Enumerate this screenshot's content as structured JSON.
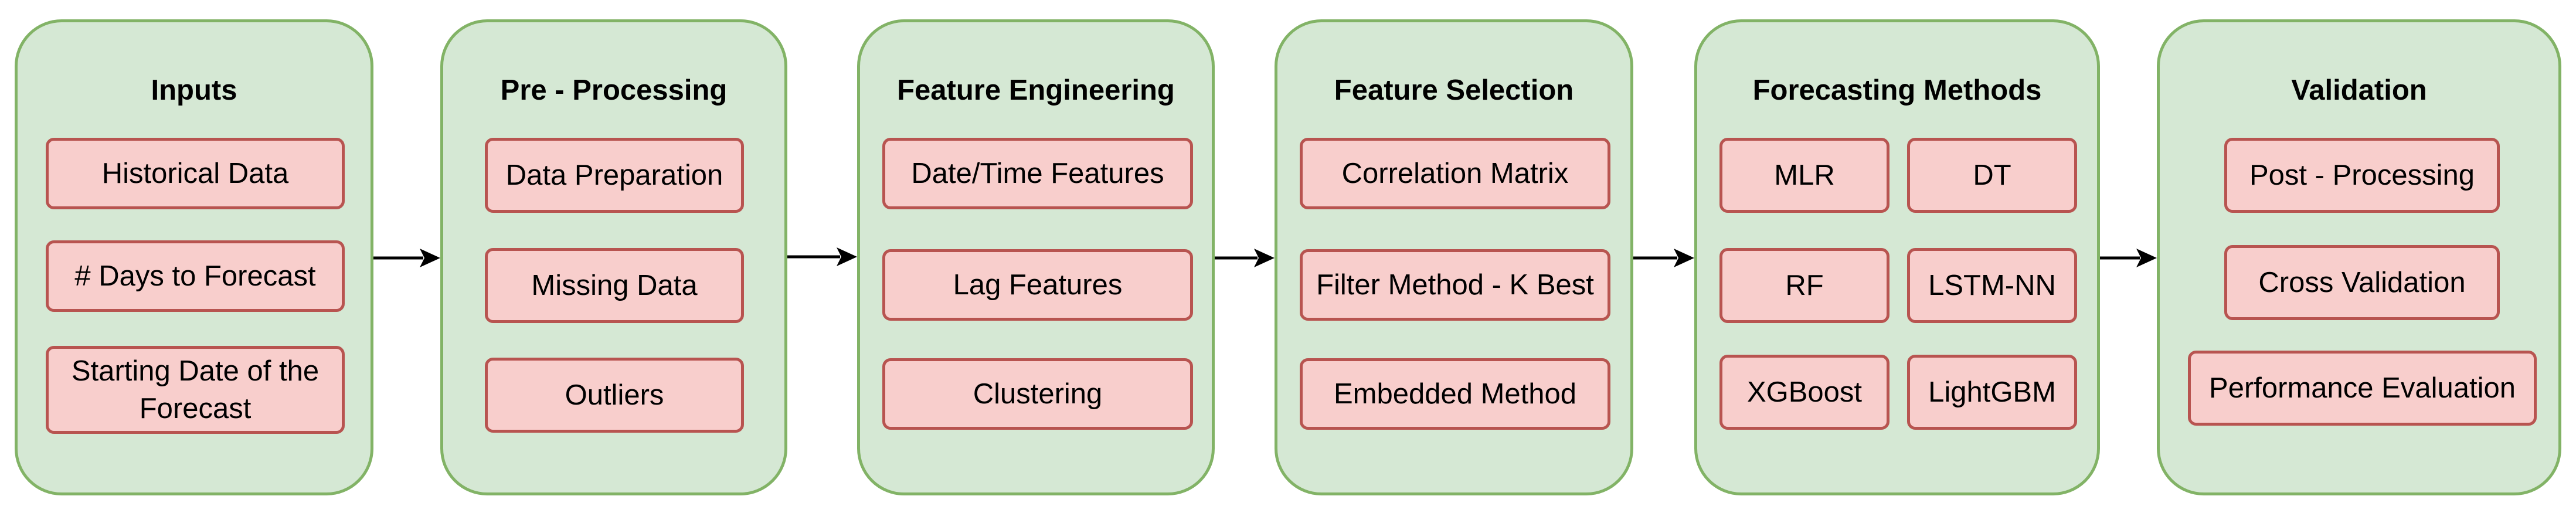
{
  "diagram": {
    "stages": [
      {
        "id": "inputs",
        "title": "Inputs",
        "items": [
          "Historical Data",
          "# Days to Forecast",
          "Starting Date of the Forecast"
        ]
      },
      {
        "id": "pre-processing",
        "title": "Pre - Processing",
        "items": [
          "Data Preparation",
          "Missing Data",
          "Outliers"
        ]
      },
      {
        "id": "feature-engineering",
        "title": "Feature Engineering",
        "items": [
          "Date/Time Features",
          "Lag Features",
          "Clustering"
        ]
      },
      {
        "id": "feature-selection",
        "title": "Feature Selection",
        "items": [
          "Correlation Matrix",
          "Filter Method - K Best",
          "Embedded Method"
        ]
      },
      {
        "id": "forecasting-methods",
        "title": "Forecasting Methods",
        "items": [
          "MLR",
          "DT",
          "RF",
          "LSTM-NN",
          "XGBoost",
          "LightGBM"
        ]
      },
      {
        "id": "validation",
        "title": "Validation",
        "items": [
          "Post - Processing",
          "Cross Validation",
          "Performance Evaluation"
        ]
      }
    ],
    "connections": [
      [
        "inputs",
        "pre-processing"
      ],
      [
        "pre-processing",
        "feature-engineering"
      ],
      [
        "feature-engineering",
        "feature-selection"
      ],
      [
        "feature-selection",
        "forecasting-methods"
      ],
      [
        "forecasting-methods",
        "validation"
      ]
    ],
    "colors": {
      "stage_fill": "#d5e8d4",
      "stage_stroke": "#82b366",
      "item_fill": "#f8cecc",
      "item_stroke": "#b85450",
      "arrow": "#000000"
    }
  }
}
